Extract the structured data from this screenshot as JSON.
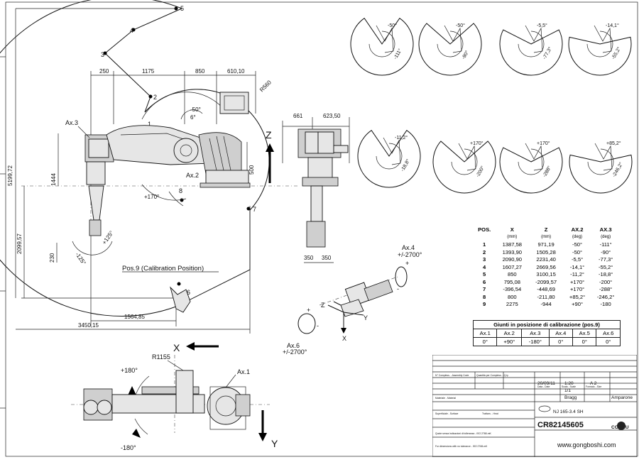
{
  "pose_labels": [
    "1",
    "2",
    "3",
    "4",
    "5",
    "6",
    "7",
    "8"
  ],
  "dimensions": {
    "top": [
      "250",
      "1175",
      "850",
      "610,10"
    ],
    "side_top": [
      "661",
      "623,50"
    ],
    "left_vertical": [
      "5199,72",
      "1444",
      "2099,57",
      "230"
    ],
    "bottom": [
      "1564,85",
      "3450,15"
    ],
    "side_bottom": [
      "350",
      "350"
    ],
    "r560": "R560",
    "h500": "500",
    "r1155": "R1155"
  },
  "axis_labels": {
    "ax1": "Ax.1",
    "ax2": "Ax.2",
    "ax3": "Ax.3",
    "ax4": "Ax.4",
    "ax4_range": "+/-2700°",
    "ax6": "Ax.6",
    "ax6_range": "+/-2700°",
    "z": "Z",
    "x": "X",
    "y": "Y",
    "plus": "+",
    "minus": "-"
  },
  "side_angles": {
    "a1": "-50°",
    "a2": "6°",
    "a3": "+170°",
    "a4": "-125°",
    "a5": "+125°"
  },
  "base_angles": {
    "plus": "+180°",
    "minus": "-180°"
  },
  "calibration_label": "Pos.9 (Calibration Position)",
  "joint_diagrams": [
    {
      "top": "-50°",
      "bottom": "-111°"
    },
    {
      "top": "-50°",
      "bottom": "-90°"
    },
    {
      "top": "-5,5°",
      "bottom": "-77,3°"
    },
    {
      "top": "-14,1°",
      "bottom": "-55,2°"
    },
    {
      "top": "-11,2°",
      "bottom": "-18,8°"
    },
    {
      "top": "+170°",
      "bottom": "-200°"
    },
    {
      "top": "+170°",
      "bottom": "-288°"
    },
    {
      "top": "+85,2°",
      "bottom": "-246,2°"
    }
  ],
  "position_table": {
    "headers": [
      "POS.",
      "X",
      "Z",
      "AX.2",
      "AX.3"
    ],
    "units": [
      "",
      "(mm)",
      "(mm)",
      "(deg)",
      "(deg)"
    ],
    "rows": [
      [
        "1",
        "1387,58",
        "971,19",
        "-50°",
        "-111°"
      ],
      [
        "2",
        "1393,90",
        "1505,28",
        "-50°",
        "-90°"
      ],
      [
        "3",
        "2090,90",
        "2231,40",
        "-5,5°",
        "-77,3°"
      ],
      [
        "4",
        "1607,27",
        "2669,56",
        "-14,1°",
        "-55,2°"
      ],
      [
        "5",
        "850",
        "3100,15",
        "-11,2°",
        "-18,8°"
      ],
      [
        "6",
        "795,08",
        "-2099,57",
        "+170°",
        "-200°"
      ],
      [
        "7",
        "-396,54",
        "-448,69",
        "+170°",
        "-288°"
      ],
      [
        "8",
        "800",
        "-211,80",
        "+85,2°",
        "-246,2°"
      ],
      [
        "9",
        "2275",
        "-944",
        "+90°",
        "-180"
      ]
    ]
  },
  "calibration_table": {
    "title": "Giunti in posizione di calibrazione (pos.9)",
    "headers": [
      "Ax.1",
      "Ax.2",
      "Ax.3",
      "Ax.4",
      "Ax.5",
      "Ax.6"
    ],
    "values": [
      "0°",
      "+90°",
      "-180°",
      "0°",
      "0°",
      "0°"
    ]
  },
  "title_block": {
    "date": "20/09/11",
    "scale": "1:20",
    "format": "A 2",
    "sheet": "1/1",
    "designer": "Bragg",
    "company": "Amparone",
    "code": "CR82145605",
    "model": "NJ 165-3.4 SH",
    "dept": "COMAU",
    "watermark": "www.gongboshi.com",
    "small_1": "N° Compless. - Assembly Code",
    "small_2": "Quantità per Compless. - Q.ty",
    "small_3": "Data - Date",
    "small_4": "Scala - Scale",
    "small_5": "Formato - Size",
    "small_6": "Materiale - Material",
    "small_7": "Superficiale - Surface",
    "small_8": "Trattam. - Heat",
    "small_9": "Quote senza indicazioni di tolleranza - ISO 2768-mK",
    "small_10": "For dimensions with no tolerance - ISO 2768-mK"
  }
}
